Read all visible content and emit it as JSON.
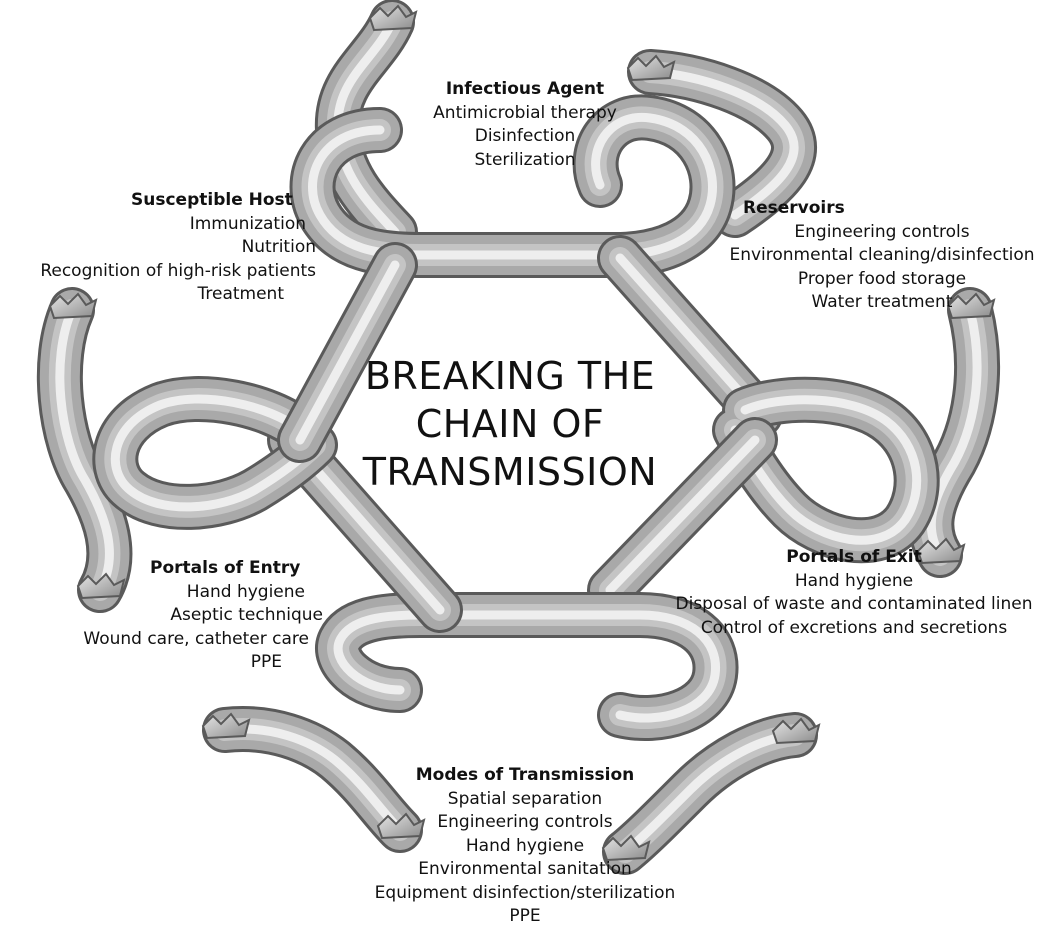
{
  "diagram": {
    "title_lines": [
      "BREAKING THE",
      "CHAIN OF",
      "TRANSMISSION"
    ],
    "colors": {
      "chain_mid": "#a9a9a9",
      "chain_light": "#f0f0f0",
      "chain_dark": "#5a5a5a",
      "text": "#111111"
    },
    "links": [
      {
        "heading": "Infectious Agent",
        "items": [
          "Antimicrobial therapy",
          "Disinfection",
          "Sterilization"
        ]
      },
      {
        "heading": "Reservoirs",
        "items": [
          "Engineering controls",
          "Environmental cleaning/disinfection",
          "Proper food storage",
          "Water treatment"
        ]
      },
      {
        "heading": "Portals of Exit",
        "items": [
          "Hand hygiene",
          "Disposal of waste and contaminated linen",
          "Control of excretions and secretions"
        ]
      },
      {
        "heading": "Modes of Transmission",
        "items": [
          "Spatial separation",
          "Engineering controls",
          "Hand hygiene",
          "Environmental sanitation",
          "Equipment disinfection/sterilization",
          "PPE"
        ]
      },
      {
        "heading": "Portals of Entry",
        "items": [
          "Hand hygiene",
          "Aseptic technique",
          "Wound care, catheter care",
          "PPE"
        ]
      },
      {
        "heading": "Susceptible Host",
        "items": [
          "Immunization",
          "Nutrition",
          "Recognition of high-risk patients",
          "Treatment"
        ]
      }
    ]
  }
}
